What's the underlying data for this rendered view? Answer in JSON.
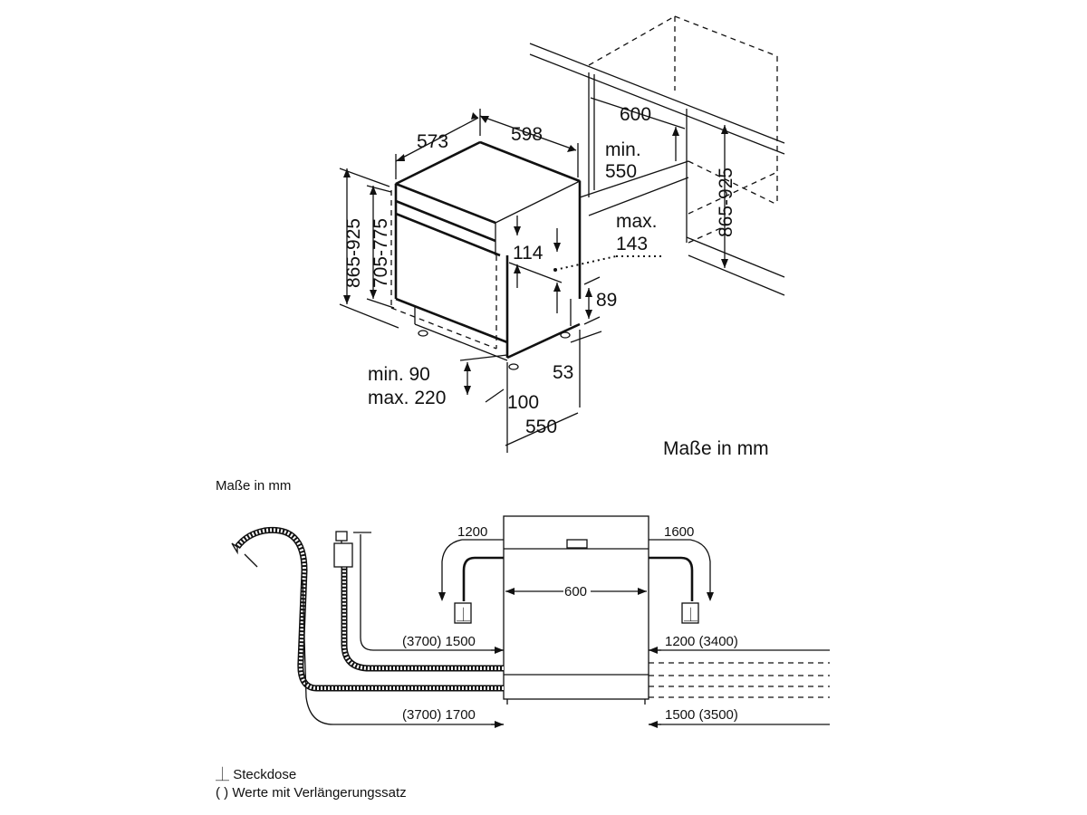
{
  "top": {
    "dims": {
      "d598": "598",
      "d573": "573",
      "d865_925_left": "865-925",
      "d705_775": "705-775",
      "d114": "114",
      "d89": "89",
      "d53": "53",
      "d100": "100",
      "d550_bottom": "550",
      "min90": "min. 90",
      "max220": "max. 220",
      "d600": "600",
      "min_label": "min.",
      "min550": "550",
      "max_label": "max.",
      "max143": "143",
      "d865_925_right": "865-925"
    },
    "units_label": "Maße in mm"
  },
  "bottom": {
    "units_label": "Maße in mm",
    "dims": {
      "d1200_top": "1200",
      "d1600_top": "1600",
      "d600": "600",
      "left_upper": "(3700) 1500",
      "left_lower": "(3700) 1700",
      "right_upper": "1200 (3400)",
      "right_lower": "1500 (3500)"
    },
    "legend": {
      "socket_symbol": "⏊",
      "socket_label": "Steckdose",
      "ext_symbol": "( )",
      "ext_label": "Werte mit Verlängerungssatz"
    }
  }
}
